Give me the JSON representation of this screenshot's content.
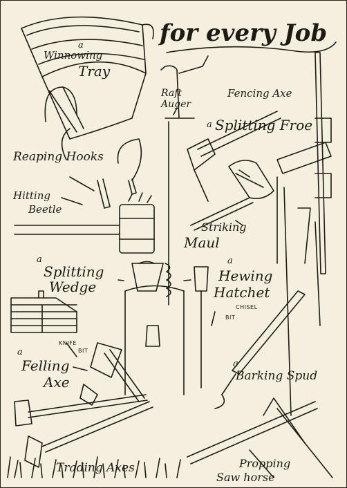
{
  "title": "for every Job",
  "labels": {
    "winnowing_a": "a",
    "winnowing_l1": "Winnowing",
    "winnowing_l2": "Tray",
    "raft_l1": "Raft",
    "raft_l2": "Auger",
    "fencing": "Fencing Axe",
    "splitting_froe_a": "a",
    "splitting_froe": "Splitting Froe",
    "reaping": "Reaping Hooks",
    "hitting_l1": "Hitting",
    "hitting_l2": "Beetle",
    "striking_l1": "Striking",
    "striking_l2": "Maul",
    "wedge_a": "a",
    "wedge_l1": "Splitting",
    "wedge_l2": "Wedge",
    "hewing_a": "a",
    "hewing_l1": "Hewing",
    "hewing_l2": "Hatchet",
    "chisel_l1": "CHISEL",
    "chisel_l2": "BIT",
    "knife_l1": "KNIFE",
    "knife_l2": "BIT",
    "felling_a": "a",
    "felling_l1": "Felling",
    "felling_l2": "Axe",
    "barking_a": "a",
    "barking": "Barking Spud",
    "trading": "Trading Axes",
    "propping_l1": "Propping",
    "propping_l2": "Saw horse"
  },
  "colors": {
    "ink": "#1f1a14",
    "paper": "#f5efe0"
  }
}
